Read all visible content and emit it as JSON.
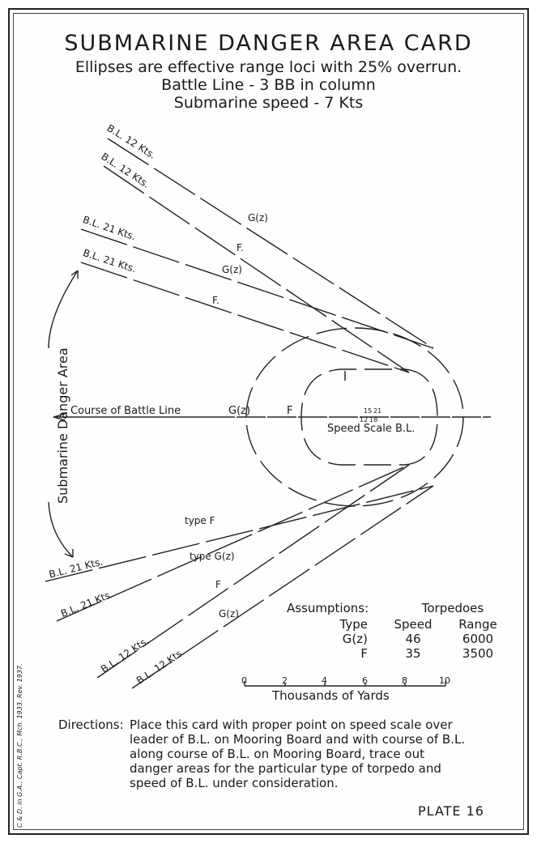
{
  "title": "SUBMARINE DANGER AREA CARD",
  "subtitle_lines": [
    "Ellipses are effective range loci with 25% overrun.",
    "Battle Line - 3 BB in column",
    "Submarine speed - 7 Kts"
  ],
  "side_label": "Submarine Danger Area",
  "course_label": "Course of Battle Line",
  "speed_scale_label": "Speed Scale B.L.",
  "speed_scale_ticks": [
    "15",
    "21",
    "12",
    "18"
  ],
  "ellipse_labels": {
    "outer": "G(z)",
    "inner": "F"
  },
  "leader_labels_upper": [
    "B.L. 12 Kts.",
    "B.L. 12 Kts.",
    "B.L. 21 Kts.",
    "B.L. 21 Kts."
  ],
  "leader_labels_lower": [
    "B.L. 21 Kts.",
    "B.L. 21 Kts.",
    "B.L. 12 Kts.",
    "B.L. 12 Kts."
  ],
  "line_marks_upper": [
    "G(z)",
    "F.",
    "G(z)",
    "F."
  ],
  "line_marks_lower": [
    "type F",
    "type G(z)",
    "F",
    "G(z)"
  ],
  "assumptions": {
    "heading_left": "Assumptions:",
    "heading_right": "Torpedoes",
    "columns": [
      "Type",
      "Speed",
      "Range"
    ],
    "rows": [
      {
        "type": "G(z)",
        "speed": "46",
        "range": "6000"
      },
      {
        "type": "F",
        "speed": "35",
        "range": "3500"
      }
    ]
  },
  "scale": {
    "ticks": [
      "0",
      "2",
      "4",
      "6",
      "8",
      "10"
    ],
    "label": "Thousands of Yards"
  },
  "directions": {
    "heading": "Directions:",
    "lines": [
      "Place this card with proper point on speed scale over",
      "leader of B.L. on Mooring Board and with course of B.L.",
      "along course of B.L. on Mooring Board, trace out",
      "danger areas for the particular type of torpedo and",
      "speed of B.L. under consideration."
    ]
  },
  "plate": "PLATE 16",
  "credit": "C & D. in G.A., Capt. R.B.C., Mch. 1933. Rev. 1937."
}
